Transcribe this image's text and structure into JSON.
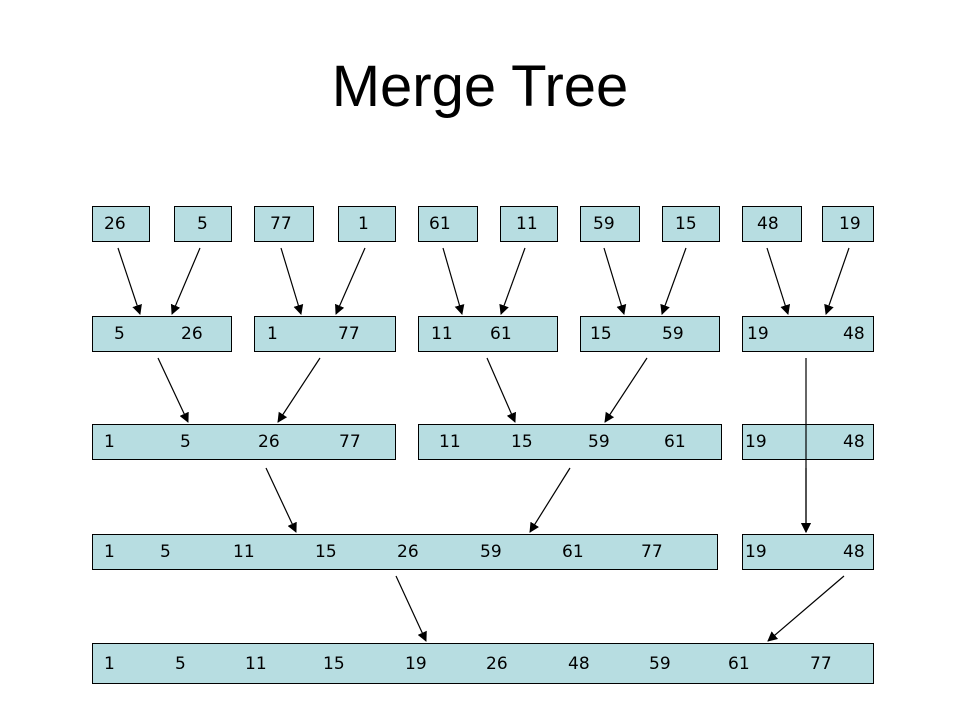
{
  "title": "Merge Tree",
  "colors": {
    "box_fill": "#b7dde1",
    "stroke": "#000000"
  },
  "levels": [
    [
      [
        "26"
      ],
      [
        "5"
      ],
      [
        "77"
      ],
      [
        "1"
      ],
      [
        "61"
      ],
      [
        "11"
      ],
      [
        "59"
      ],
      [
        "15"
      ],
      [
        "48"
      ],
      [
        "19"
      ]
    ],
    [
      [
        "5",
        "26"
      ],
      [
        "1",
        "77"
      ],
      [
        "11",
        "61"
      ],
      [
        "15",
        "59"
      ],
      [
        "19",
        "48"
      ]
    ],
    [
      [
        "1",
        "5",
        "26",
        "77"
      ],
      [
        "11",
        "15",
        "59",
        "61"
      ],
      [
        "19",
        "48"
      ]
    ],
    [
      [
        "1",
        "5",
        "11",
        "15",
        "26",
        "59",
        "61",
        "77"
      ],
      [
        "19",
        "48"
      ]
    ],
    [
      [
        "1",
        "5",
        "11",
        "15",
        "19",
        "26",
        "48",
        "59",
        "61",
        "77"
      ]
    ]
  ]
}
